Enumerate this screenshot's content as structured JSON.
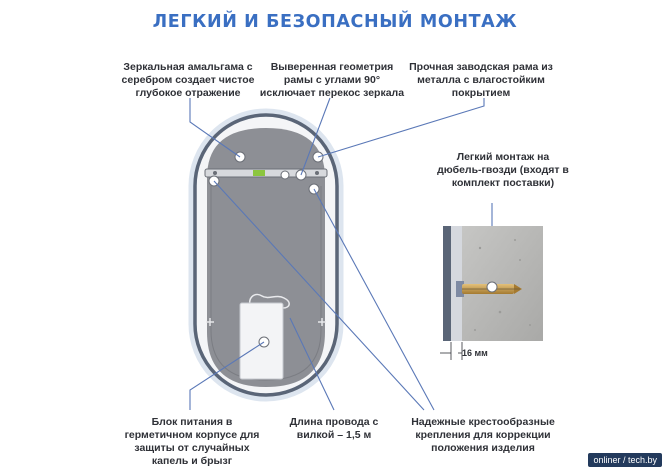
{
  "title": "ЛЕГКИЙ И БЕЗОПАСНЫЙ МОНТАЖ",
  "captions": {
    "amalgam": "Зеркальная амальгама с серебром создает чистое глубокое отражение",
    "geometry": "Выверенная геометрия рамы с углами 90° исключает перекос зеркала",
    "frame": "Прочная заводская рама из металла с влагостойким покрытием",
    "mount": "Легкий монтаж на дюбель-гвозди (входят в комплект поставки)",
    "power": "Блок питания в герметичном корпусе для защиты от случайных капель и брызг",
    "cable": "Длина провода с вилкой – 1,5 м",
    "fasteners": "Надежные крестообразные крепления для коррекции положения изделия"
  },
  "dimension_label": "16 мм",
  "watermark": "onliner / tech.by",
  "colors": {
    "title": "#3a6fc2",
    "frame": "#5a6577",
    "backing": "#8d8f95",
    "concrete": "#b9b9b7",
    "dowel": "#c79a4a"
  },
  "icons": [
    "level-bar",
    "power-supply-box",
    "dowel-nail",
    "callout-marker"
  ]
}
